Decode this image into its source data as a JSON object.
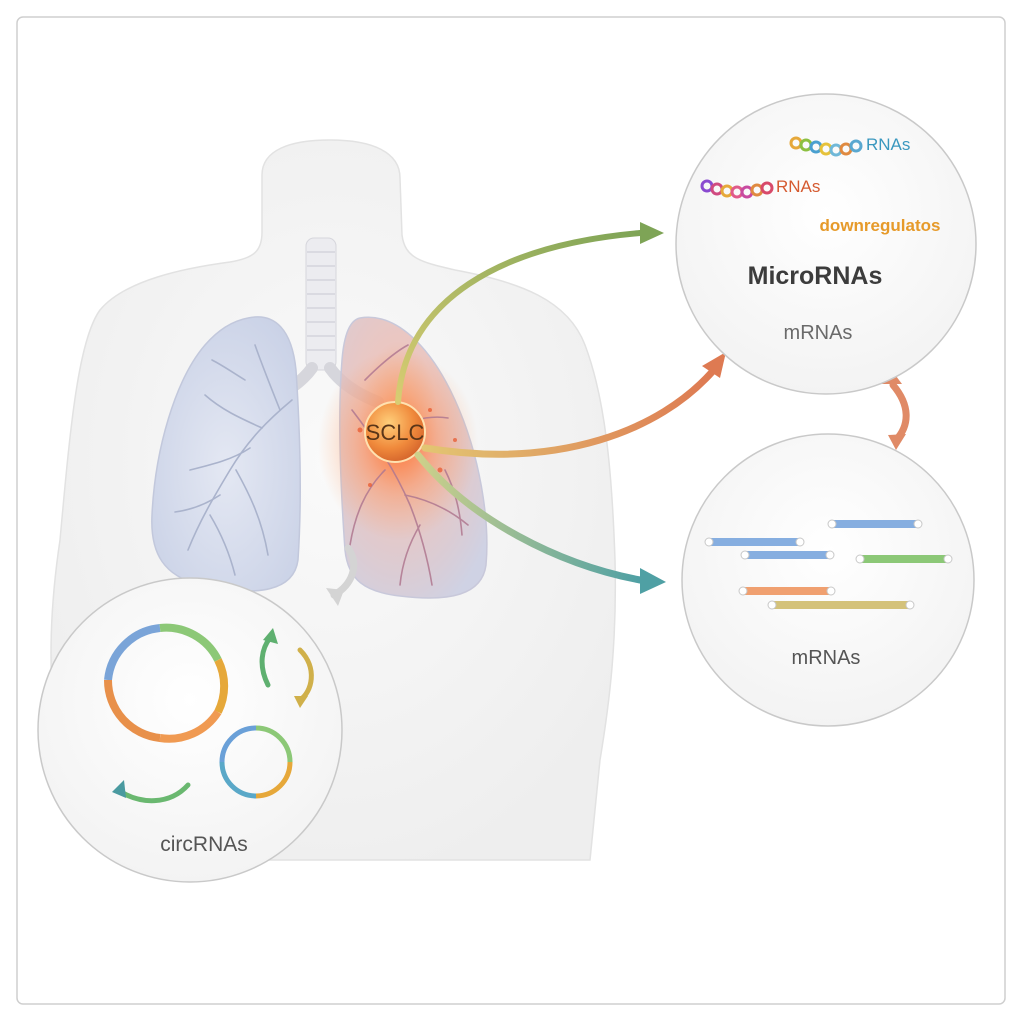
{
  "tumor": {
    "label": "SCLC"
  },
  "micro_panel": {
    "strand_1_label": "RNAs",
    "strand_2_label": "RNAs",
    "note": "downregulatos",
    "title": "MicroRNAs",
    "subtitle": "mRNAs"
  },
  "mrna_panel": {
    "label": "mRNAs"
  },
  "circ_panel": {
    "label": "circRNAs"
  },
  "colors": {
    "arrow_green": "#8aa85a",
    "arrow_orange": "#de7a52",
    "arrow_teal": "#5fa8a4",
    "tumor_orange": "#f08a3c",
    "note_orange": "#e69a2a",
    "mrna_blue": "#86aee0",
    "mrna_green": "#8cc877",
    "mrna_orange": "#f0a070",
    "mrna_tan": "#d4c27a"
  }
}
